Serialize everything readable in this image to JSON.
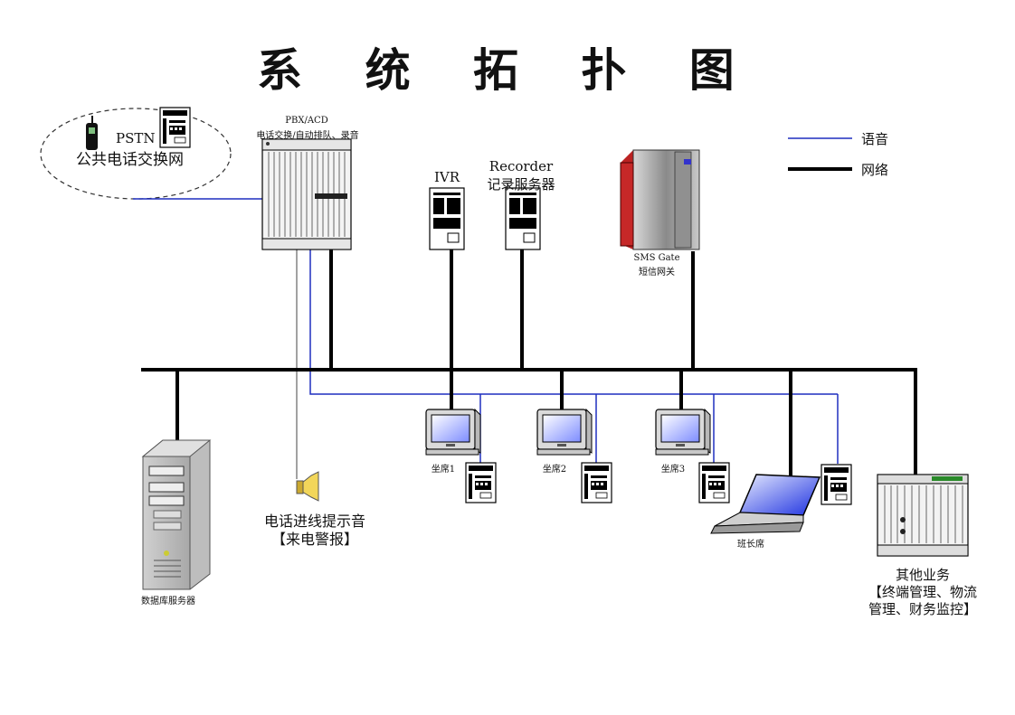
{
  "title": "系 统 拓 扑 图",
  "legend": {
    "voice": "语音",
    "network": "网络"
  },
  "colors": {
    "voice_line": "#1f2fbf",
    "network_line": "#000000",
    "pstn_ellipse": "#333333"
  },
  "pstn": {
    "name": "PSTN",
    "desc": "公共电话交换网"
  },
  "pbx": {
    "name": "PBX/ACD",
    "desc": "电话交换/自动排队、录音"
  },
  "ivr": {
    "name": "IVR"
  },
  "recorder": {
    "name": "Recorder",
    "desc": "记录服务器"
  },
  "sms": {
    "name": "SMS Gate",
    "desc": "短信网关"
  },
  "db": {
    "name": "数据库服务器"
  },
  "alert": {
    "line1": "电话进线提示音",
    "line2": "【来电警报】"
  },
  "seats": [
    "坐席1",
    "坐席2",
    "坐席3"
  ],
  "supervisor": {
    "name": "班长席"
  },
  "other": {
    "line1": "其他业务",
    "line2": "【终端管理、物流",
    "line3": "管理、财务监控】"
  },
  "icons": [
    "mobile-phone-icon",
    "desk-phone-icon",
    "server-tower-icon",
    "speaker-icon",
    "crt-monitor-icon",
    "laptop-icon",
    "rack-chassis-icon"
  ]
}
